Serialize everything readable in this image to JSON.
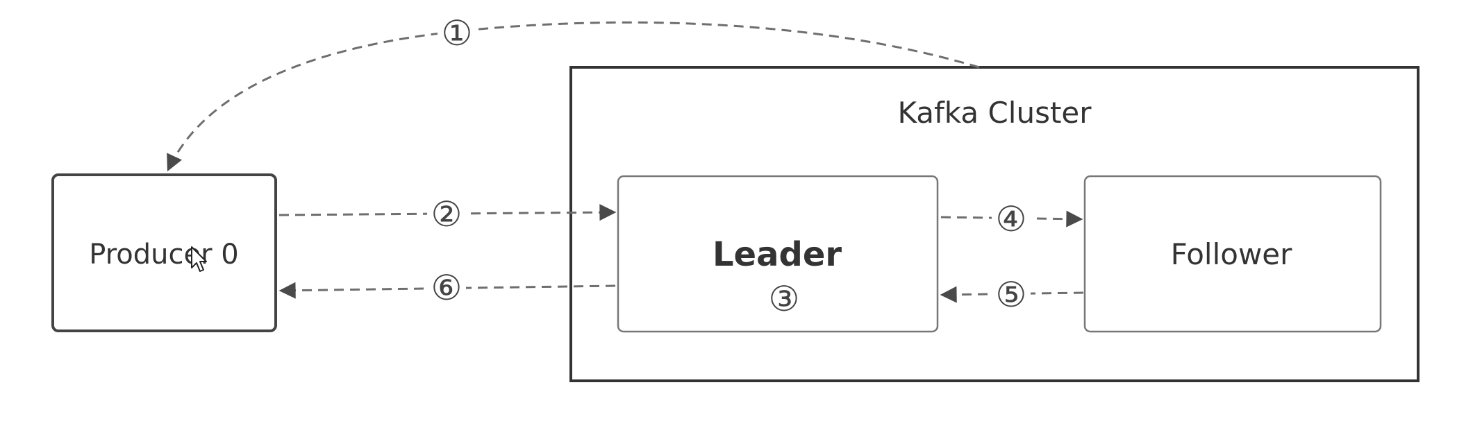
{
  "cluster": {
    "title": "Kafka Cluster"
  },
  "producer": {
    "label": "Producer 0"
  },
  "leader": {
    "label": "Leader",
    "step": "③"
  },
  "follower": {
    "label": "Follower"
  },
  "steps": {
    "s1": "①",
    "s2": "②",
    "s4": "④",
    "s5": "⑤",
    "s6": "⑥"
  },
  "colors": {
    "line": "#6e6e6e",
    "box_border": "#555555",
    "cluster_border": "#333333",
    "text": "#333333",
    "label_bg": "#ffffff"
  }
}
